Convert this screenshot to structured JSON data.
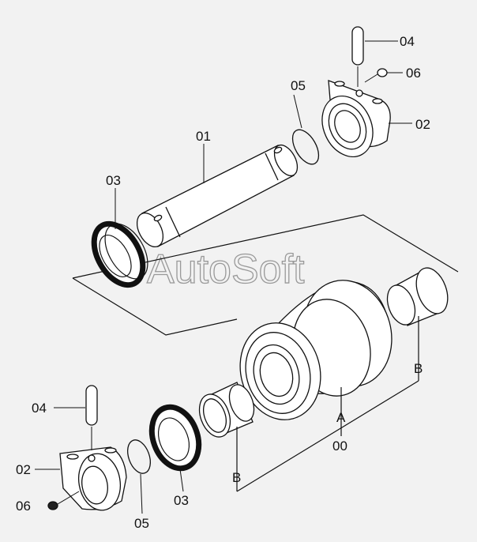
{
  "watermark": "AutoSoft",
  "labels": {
    "p01": "01",
    "p02_top": "02",
    "p02_bottom": "02",
    "p03_top": "03",
    "p03_bottom": "03",
    "p04_top": "04",
    "p04_bottom": "04",
    "p05_top": "05",
    "p05_bottom": "05",
    "p06_top": "06",
    "p06_bottom": "06",
    "a": "A",
    "b_left": "B",
    "b_right": "B",
    "p00": "00"
  }
}
